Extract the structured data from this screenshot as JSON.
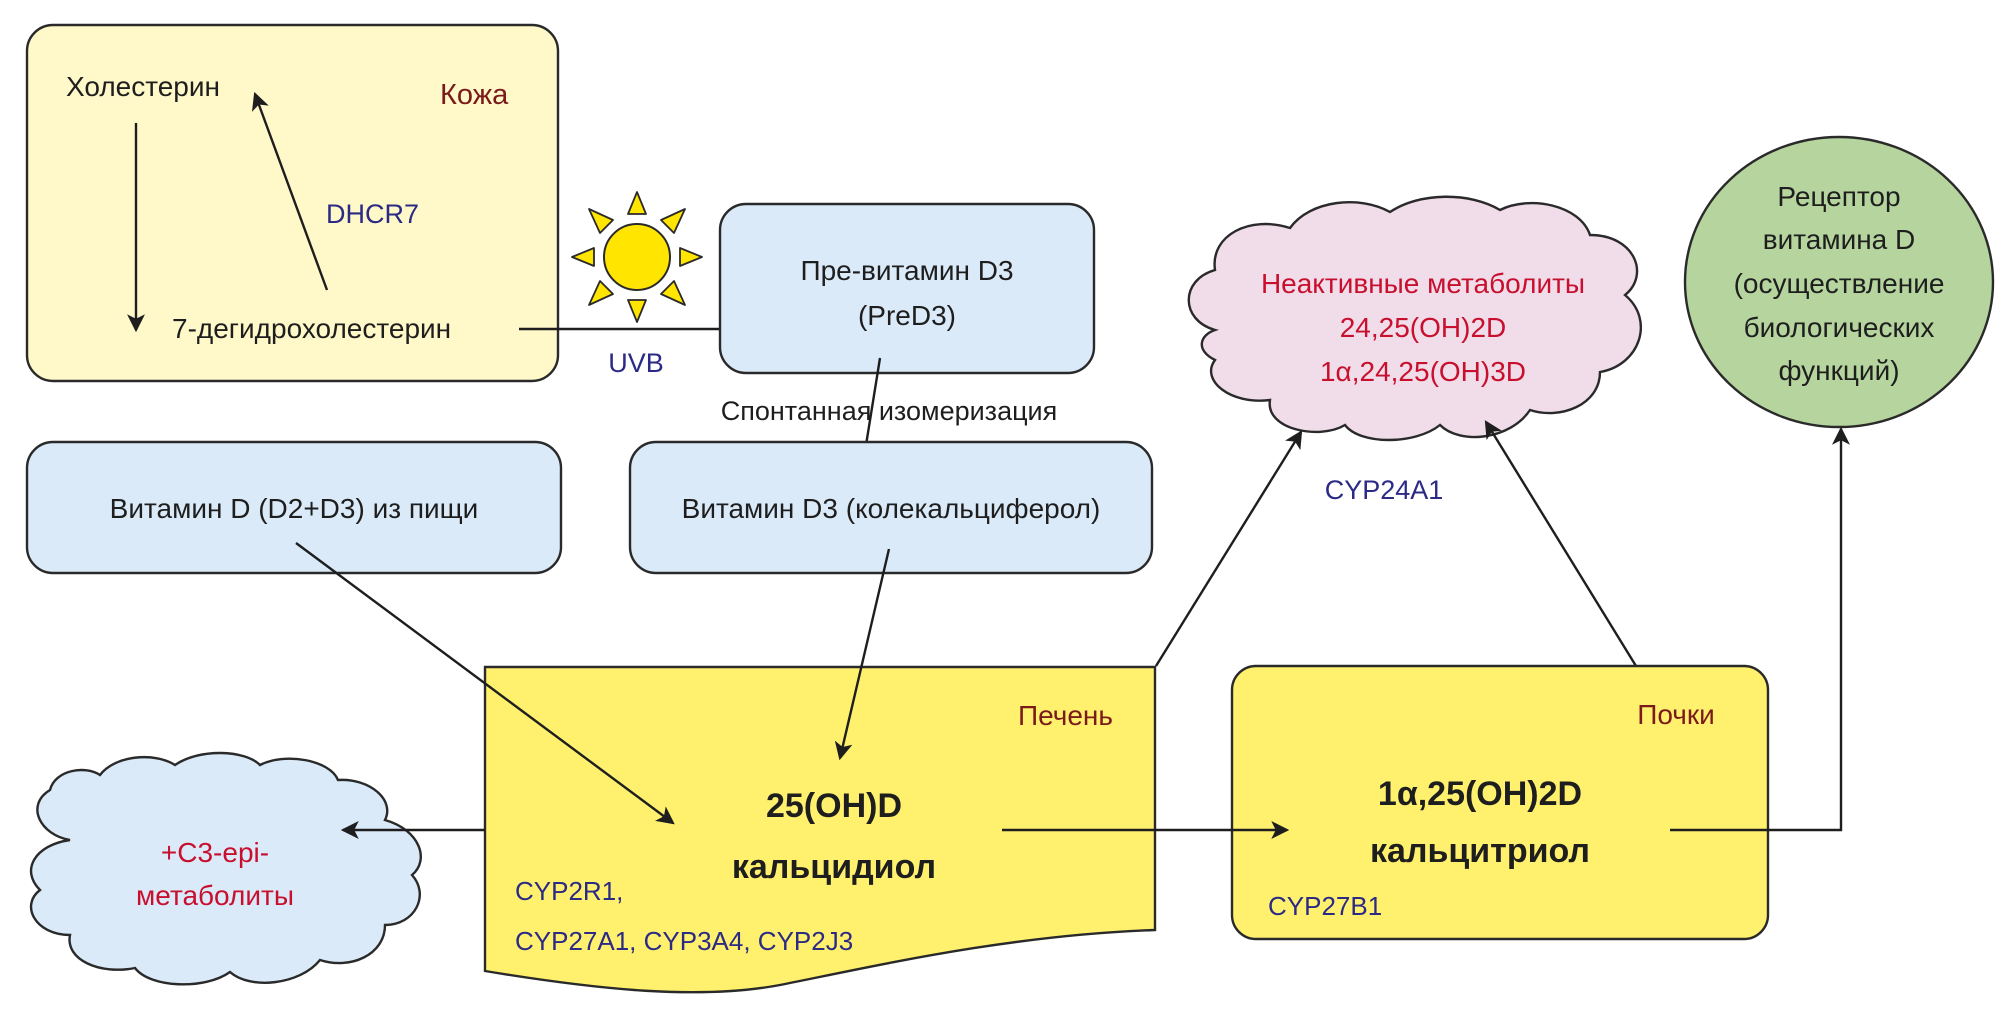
{
  "colors": {
    "skin_fill": "#fff8c9",
    "blue_fill": "#daeaf8",
    "organ_fill": "#fff06e",
    "pink_fill": "#f1dcea",
    "green_fill": "#b5d49e",
    "sun_fill": "#ffe500",
    "region_text": "#7a1a1a",
    "enzyme_text": "#2b2a85",
    "metabolite_text": "#c8102e",
    "body_text": "#1e1e1e"
  },
  "skin": {
    "region_label": "Кожа",
    "cholesterol": "Холестерин",
    "dehydrocholesterol": "7-дегидрохолестерин",
    "enzyme": "DHCR7"
  },
  "sun": {
    "icon": "sun-icon",
    "label": "UVB"
  },
  "previtamin": {
    "line1": "Пре-витамин D3",
    "line2": "(PreD3)"
  },
  "isomerization": "Спонтанная изомеризация",
  "food": {
    "label": "Витамин D (D2+D3) из пищи"
  },
  "vitamin_d3": {
    "label": "Витамин D3 (колекальциферол)"
  },
  "inactive": {
    "line1": "Неактивные метаболиты",
    "line2": "24,25(OH)2D",
    "line3": "1α,24,25(OH)3D",
    "enzyme": "CYP24A1"
  },
  "receptor": {
    "lines": [
      "Рецептор",
      "витамина D",
      "(осуществление",
      "биологических",
      "функций)"
    ]
  },
  "liver": {
    "region_label": "Печень",
    "compound": "25(OH)D",
    "name": "кальцидиол",
    "enzymes_line1": "CYP2R1,",
    "enzymes_line2": "CYP27A1, CYP3A4, CYP2J3"
  },
  "kidney": {
    "region_label": "Почки",
    "compound": "1α,25(OH)2D",
    "name": "кальцитриол",
    "enzyme": "CYP27B1"
  },
  "epi": {
    "line1": "+C3-epi-",
    "line2": "метаболиты"
  }
}
